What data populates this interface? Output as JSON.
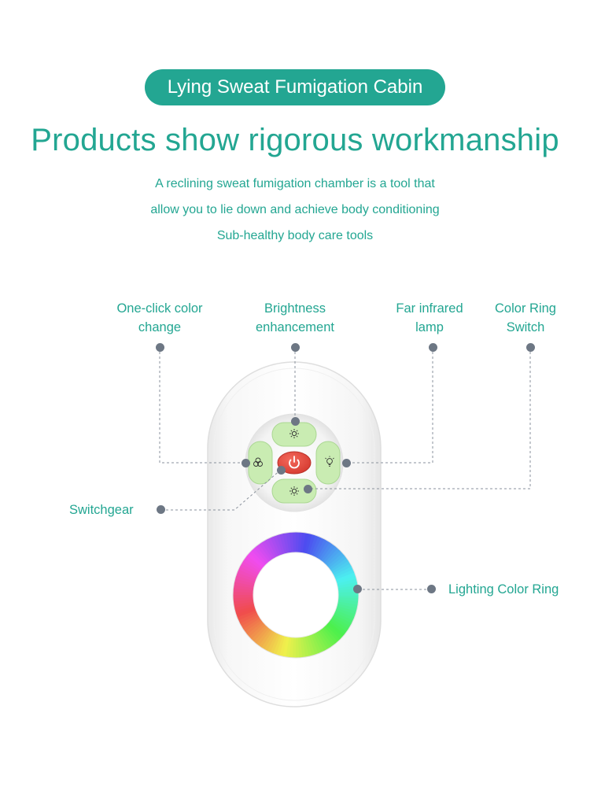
{
  "header": {
    "badge": "Lying Sweat Fumigation Cabin",
    "headline": "Products show rigorous workmanship",
    "description": [
      "A reclining sweat fumigation chamber is a tool that",
      "allow you to lie down and achieve body conditioning",
      "Sub-healthy body care tools"
    ]
  },
  "callouts": {
    "color_change": [
      "One-click color",
      "change"
    ],
    "brightness": [
      "Brightness",
      "enhancement"
    ],
    "far_infrared": [
      "Far infrared",
      "lamp"
    ],
    "ring_switch": [
      "Color Ring",
      "Switch"
    ],
    "switchgear": "Switchgear",
    "color_ring": "Lighting Color Ring"
  },
  "colors": {
    "accent": "#23a692",
    "button_green": "#c9ecb2",
    "power_red": "#e5473c",
    "callout_dot": "#6d7784"
  },
  "icons": {
    "brightness_up": "sun-icon",
    "brightness_down": "sun-icon",
    "color_change": "color-circles-icon",
    "far_infrared": "bulb-icon",
    "power": "power-icon"
  }
}
